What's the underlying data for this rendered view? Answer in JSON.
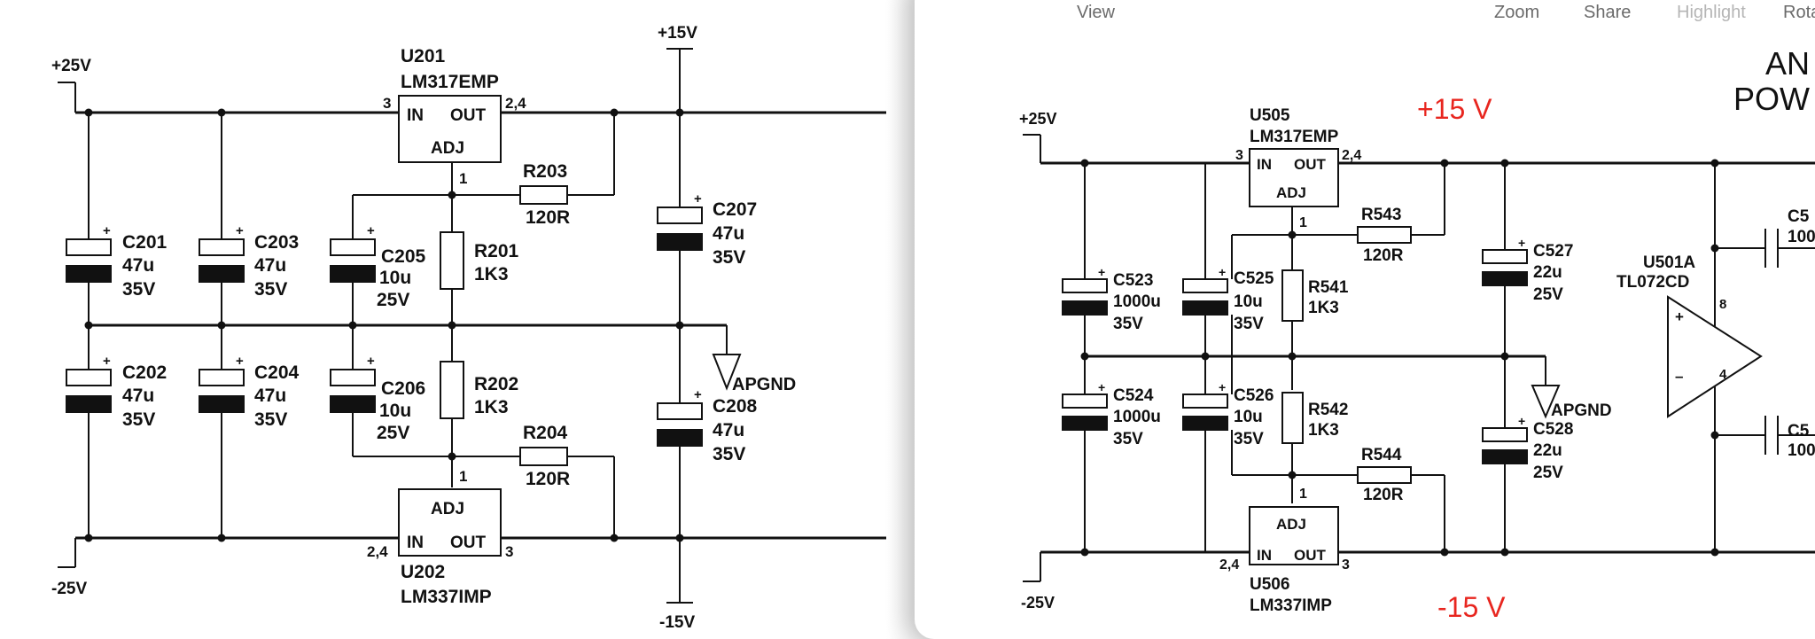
{
  "toolbar": {
    "view": "View",
    "zoom": "Zoom",
    "share": "Share",
    "highlight": "Highlight",
    "rotate": "Rota"
  },
  "left_schematic": {
    "rails": {
      "pos_in": "+25V",
      "neg_in": "-25V",
      "pos_out": "+15V",
      "neg_out": "-15V",
      "ground": "APGND"
    },
    "u201": {
      "ref": "U201",
      "part": "LM317EMP",
      "pin_in": "3",
      "pin_out": "2,4",
      "pin_adj": "1",
      "in": "IN",
      "out": "OUT",
      "adj": "ADJ"
    },
    "u202": {
      "ref": "U202",
      "part": "LM337IMP",
      "pin_in": "2,4",
      "pin_out": "3",
      "pin_adj": "1",
      "in": "IN",
      "out": "OUT",
      "adj": "ADJ"
    },
    "r201": {
      "ref": "R201",
      "val": "1K3"
    },
    "r202": {
      "ref": "R202",
      "val": "1K3"
    },
    "r203": {
      "ref": "R203",
      "val": "120R"
    },
    "r204": {
      "ref": "R204",
      "val": "120R"
    },
    "c201": {
      "ref": "C201",
      "val": "47u",
      "volt": "35V"
    },
    "c202": {
      "ref": "C202",
      "val": "47u",
      "volt": "35V"
    },
    "c203": {
      "ref": "C203",
      "val": "47u",
      "volt": "35V"
    },
    "c204": {
      "ref": "C204",
      "val": "47u",
      "volt": "35V"
    },
    "c205": {
      "ref": "C205",
      "val": "10u",
      "volt": "25V"
    },
    "c206": {
      "ref": "C206",
      "val": "10u",
      "volt": "25V"
    },
    "c207": {
      "ref": "C207",
      "val": "47u",
      "volt": "35V"
    },
    "c208": {
      "ref": "C208",
      "val": "47u",
      "volt": "35V"
    },
    "plus": "+"
  },
  "right_schematic": {
    "rails": {
      "pos_in": "+25V",
      "neg_in": "-25V",
      "ground": "APGND"
    },
    "annot_pos": "+15 V",
    "annot_neg": "-15 V",
    "title_1": "AN",
    "title_2": "POW",
    "u505": {
      "ref": "U505",
      "part": "LM317EMP",
      "pin_in": "3",
      "pin_out": "2,4",
      "pin_adj": "1",
      "in": "IN",
      "out": "OUT",
      "adj": "ADJ"
    },
    "u506": {
      "ref": "U506",
      "part": "LM337IMP",
      "pin_in": "2,4",
      "pin_out": "3",
      "pin_adj": "1",
      "in": "IN",
      "out": "OUT",
      "adj": "ADJ"
    },
    "u501a": {
      "ref": "U501A",
      "part": "TL072CD",
      "pin_top": "8",
      "pin_bot": "4",
      "plus": "+",
      "minus": "–"
    },
    "r541": {
      "ref": "R541",
      "val": "1K3"
    },
    "r542": {
      "ref": "R542",
      "val": "1K3"
    },
    "r543": {
      "ref": "R543",
      "val": "120R"
    },
    "r544": {
      "ref": "R544",
      "val": "120R"
    },
    "c523": {
      "ref": "C523",
      "val": "1000u",
      "volt": "35V"
    },
    "c524": {
      "ref": "C524",
      "val": "1000u",
      "volt": "35V"
    },
    "c525": {
      "ref": "C525",
      "val": "10u",
      "volt": "35V"
    },
    "c526": {
      "ref": "C526",
      "val": "10u",
      "volt": "35V"
    },
    "c527": {
      "ref": "C527",
      "val": "22u",
      "volt": "25V"
    },
    "c528": {
      "ref": "C528",
      "val": "22u",
      "volt": "25V"
    },
    "c_top_cut": {
      "ref": "C5",
      "val": "100"
    },
    "c_bot_cut": {
      "ref": "C5",
      "val": "100"
    },
    "plus": "+"
  }
}
